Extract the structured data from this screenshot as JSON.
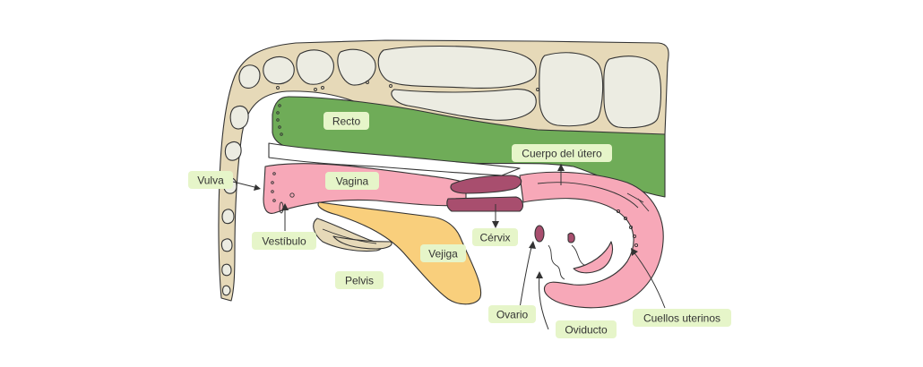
{
  "labels": {
    "recto": "Recto",
    "cuerpo_utero": "Cuerpo del útero",
    "vulva": "Vulva",
    "vagina": "Vagina",
    "vestibulo": "Vestíbulo",
    "cervix": "Cérvix",
    "vejiga": "Vejiga",
    "pelvis": "Pelvis",
    "ovario": "Ovario",
    "oviducto": "Oviducto",
    "cuellos_uterinos": "Cuellos uterinos"
  },
  "colors": {
    "bone": "#e6d9b8",
    "bone_inner": "#ecece2",
    "rectum": "#6fac58",
    "vagina_uterus": "#f7a8b8",
    "cervix": "#a84e6e",
    "bladder": "#f9cf7c",
    "label_bg": "#e6f5c9",
    "outline": "#333333"
  }
}
